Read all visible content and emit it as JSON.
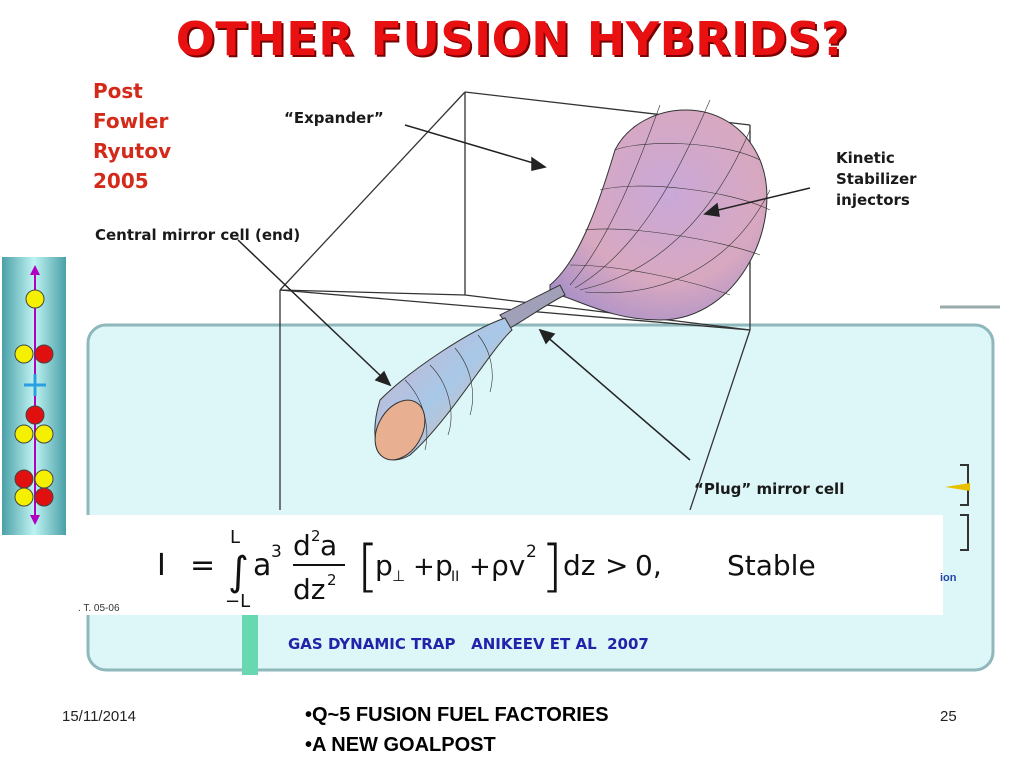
{
  "slide": {
    "title": "OTHER FUSION HYBRIDS?",
    "authors": [
      "Post",
      "Fowler",
      "Ryutov",
      "2005"
    ],
    "labels": {
      "expander": "“Expander”",
      "kinetic": [
        "Kinetic",
        "Stabilizer",
        "injectors"
      ],
      "central": "Central mirror cell (end)",
      "plug": "“Plug” mirror cell"
    },
    "equation": {
      "lhs": "I",
      "eq": "=",
      "upper": "L",
      "lower": "−L",
      "stable": "Stable"
    },
    "gdt_caption": "GAS DYNAMIC TRAP   ANIKEEV ET AL  2007",
    "small_ref": ". T. 05-06",
    "side_fragment": "ion",
    "bullets": [
      "•Q~5 FUSION FUEL FACTORIES",
      "•A NEW GOALPOST"
    ],
    "date": "15/11/2014",
    "page": "25"
  },
  "colors": {
    "title": "#e81010",
    "authors": "#d42a1a",
    "panel_bg": "#ddf6f7",
    "panel_border": "#8fb8bc",
    "caption": "#2222aa",
    "particle_red": "#e01010",
    "particle_yellow": "#f5f000",
    "axis_magenta": "#b000c0"
  }
}
